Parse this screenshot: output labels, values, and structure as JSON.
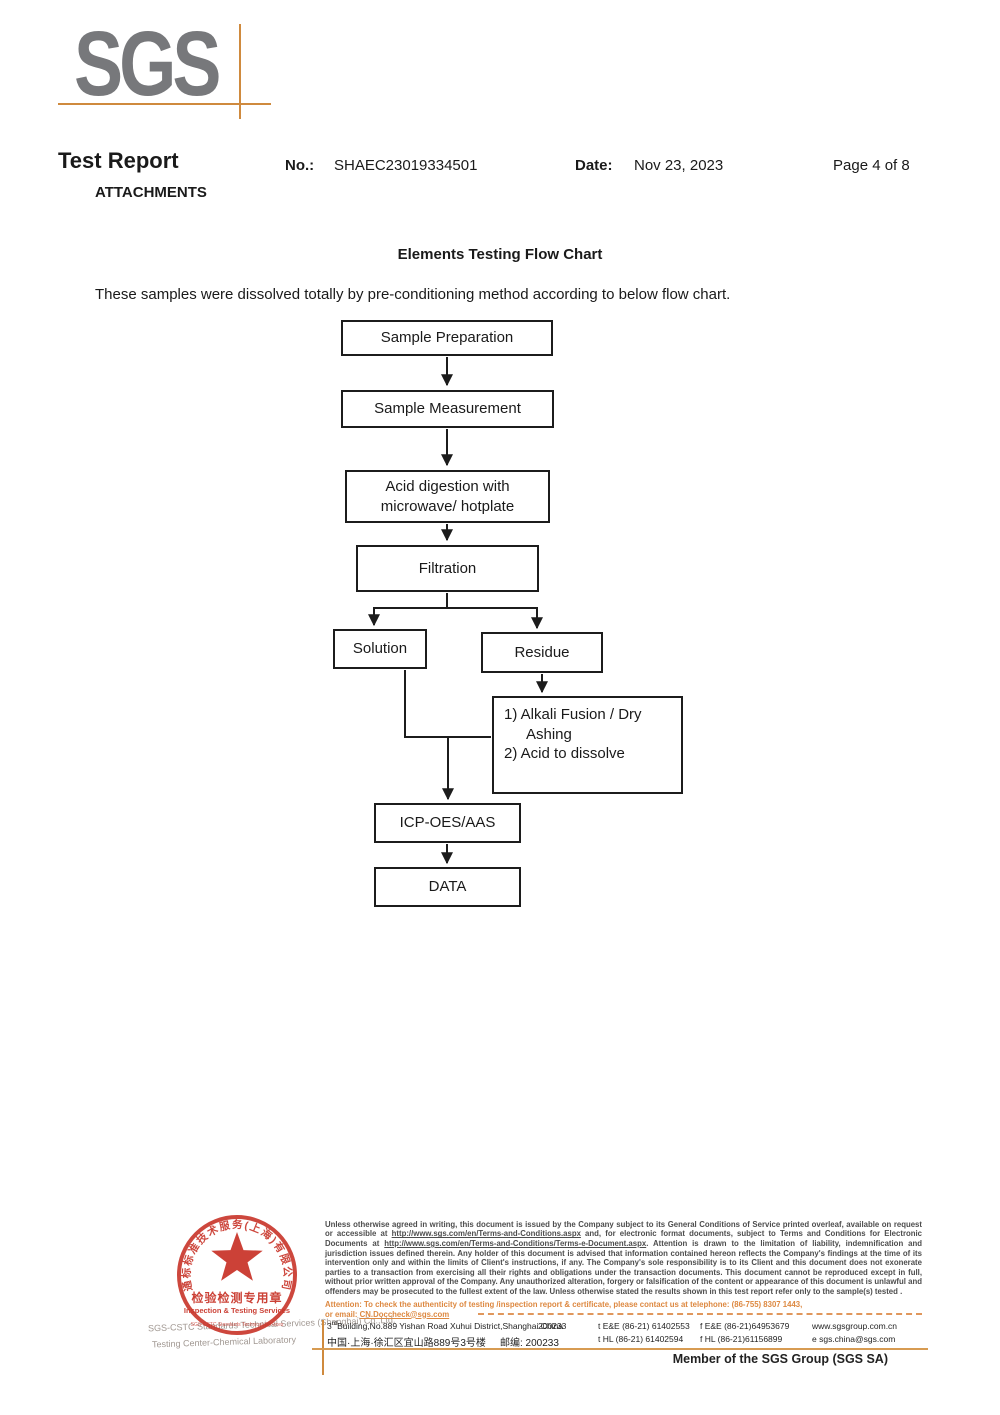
{
  "logo": {
    "text": "SGS"
  },
  "header": {
    "title": "Test Report",
    "no_label": "No.:",
    "no_value": "SHAEC23019334501",
    "date_label": "Date:",
    "date_value": "Nov 23, 2023",
    "page": "Page 4 of 8",
    "attachments": "ATTACHMENTS"
  },
  "section": {
    "title": "Elements Testing Flow Chart",
    "intro": "These samples were dissolved totally by pre-conditioning method according to below flow chart."
  },
  "flow": {
    "prep": "Sample Preparation",
    "meas": "Sample Measurement",
    "acid_line1": "Acid digestion with",
    "acid_line2": "microwave/ hotplate",
    "filt": "Filtration",
    "sol": "Solution",
    "res": "Residue",
    "alk_line1": "1) Alkali Fusion / Dry",
    "alk_line2": "Ashing",
    "alk_line3": "2) Acid to dissolve",
    "icp": "ICP-OES/AAS",
    "data": "DATA"
  },
  "stamp": {
    "arc_top": "通标标准技术服务(上海)有限公司",
    "inner_cn": "检验检测专用章",
    "inner_en": "Inspection & Testing Services",
    "arc_bottom": "SGS-CSTC Standards Technical Services"
  },
  "footer": {
    "company_line1": "SGS-CSTC Standards Technical Services (Shanghai) Co.,Ltd.",
    "company_line2": "Testing Center-Chemical Laboratory",
    "legal_seg1": "Unless otherwise agreed in writing, this document is issued by the Company subject to its General Conditions of Service printed overleaf, available on request or accessible at ",
    "legal_url1": "http://www.sgs.com/en/Terms-and-Conditions.aspx",
    "legal_seg2": " and, for electronic format documents, subject to Terms and Conditions for Electronic Documents at ",
    "legal_url2": "http://www.sgs.com/en/Terms-and-Conditions/Terms-e-Document.aspx",
    "legal_seg3": ". Attention is drawn to the limitation of liability, indemnification and jurisdiction issues defined therein. Any holder of this document is advised that information contained hereon reflects the Company's findings at the time of its intervention only and within the limits of Client's instructions, if any. The Company's sole responsibility is to its Client and this document does not exonerate parties to a transaction from exercising all their rights and obligations under the transaction documents. This document cannot be reproduced except in full, without prior written approval of the Company. Any unauthorized alteration, forgery or falsification of the content or appearance of this document is unlawful and offenders may be prosecuted to the fullest extent of the law. Unless otherwise stated the results shown in this test report refer only to the sample(s) tested .",
    "attention_line1": "Attention: To check the authenticity of testing /inspection report & certificate, please contact us at telephone: (86-755) 8307 1443,",
    "attention_email_label": "or email: ",
    "attention_email": "CN.Doccheck@sgs.com",
    "addr_en_prefix": "3",
    "addr_en_sup": "rd",
    "addr_en_rest": "Building,No.889 Yishan Road Xuhui District,Shanghai China",
    "addr_en_postal": "200233",
    "tel1": "t E&E (86-21) 61402553",
    "fax1": "f E&E (86-21)64953679",
    "web": "www.sgsgroup.com.cn",
    "addr_cn": "中国·上海·徐汇区宜山路889号3号楼",
    "addr_cn_postal": "邮编: 200233",
    "tel2": "t HL (86-21) 61402594",
    "fax2": "f HL (86-21)61156899",
    "email": "e  sgs.china@sgs.com",
    "member": "Member of the SGS Group (SGS SA)"
  }
}
